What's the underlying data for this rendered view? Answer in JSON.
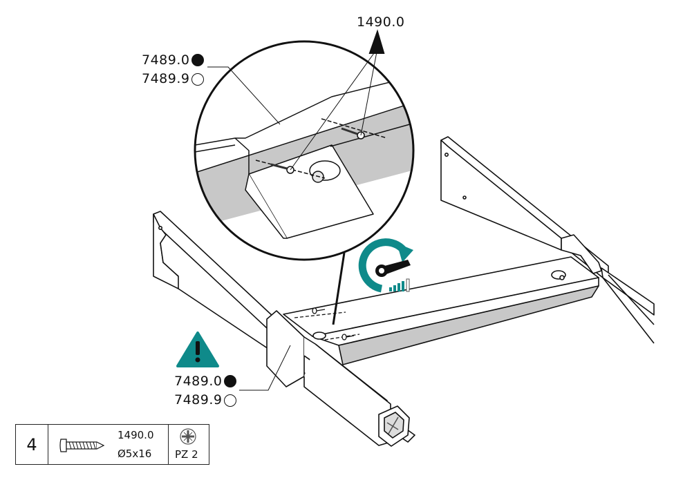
{
  "magnifier": {
    "part_callout": "1490.0",
    "color_options": [
      {
        "code": "7489.0",
        "swatch": "black"
      },
      {
        "code": "7489.9",
        "swatch": "white"
      }
    ]
  },
  "assembly": {
    "color_options": [
      {
        "code": "7489.0",
        "swatch": "black"
      },
      {
        "code": "7489.9",
        "swatch": "white"
      }
    ],
    "warning_icon": "warning-triangle-icon",
    "tool_icon": "wrench-torque-icon"
  },
  "parts_table": {
    "quantity": "4",
    "part_number": "1490.0",
    "dimension": "Ø5x16",
    "bit": "PZ 2"
  },
  "colors": {
    "accent_teal": "#0f8a8a",
    "ink": "#111111",
    "shade": "#c8c8c8"
  }
}
